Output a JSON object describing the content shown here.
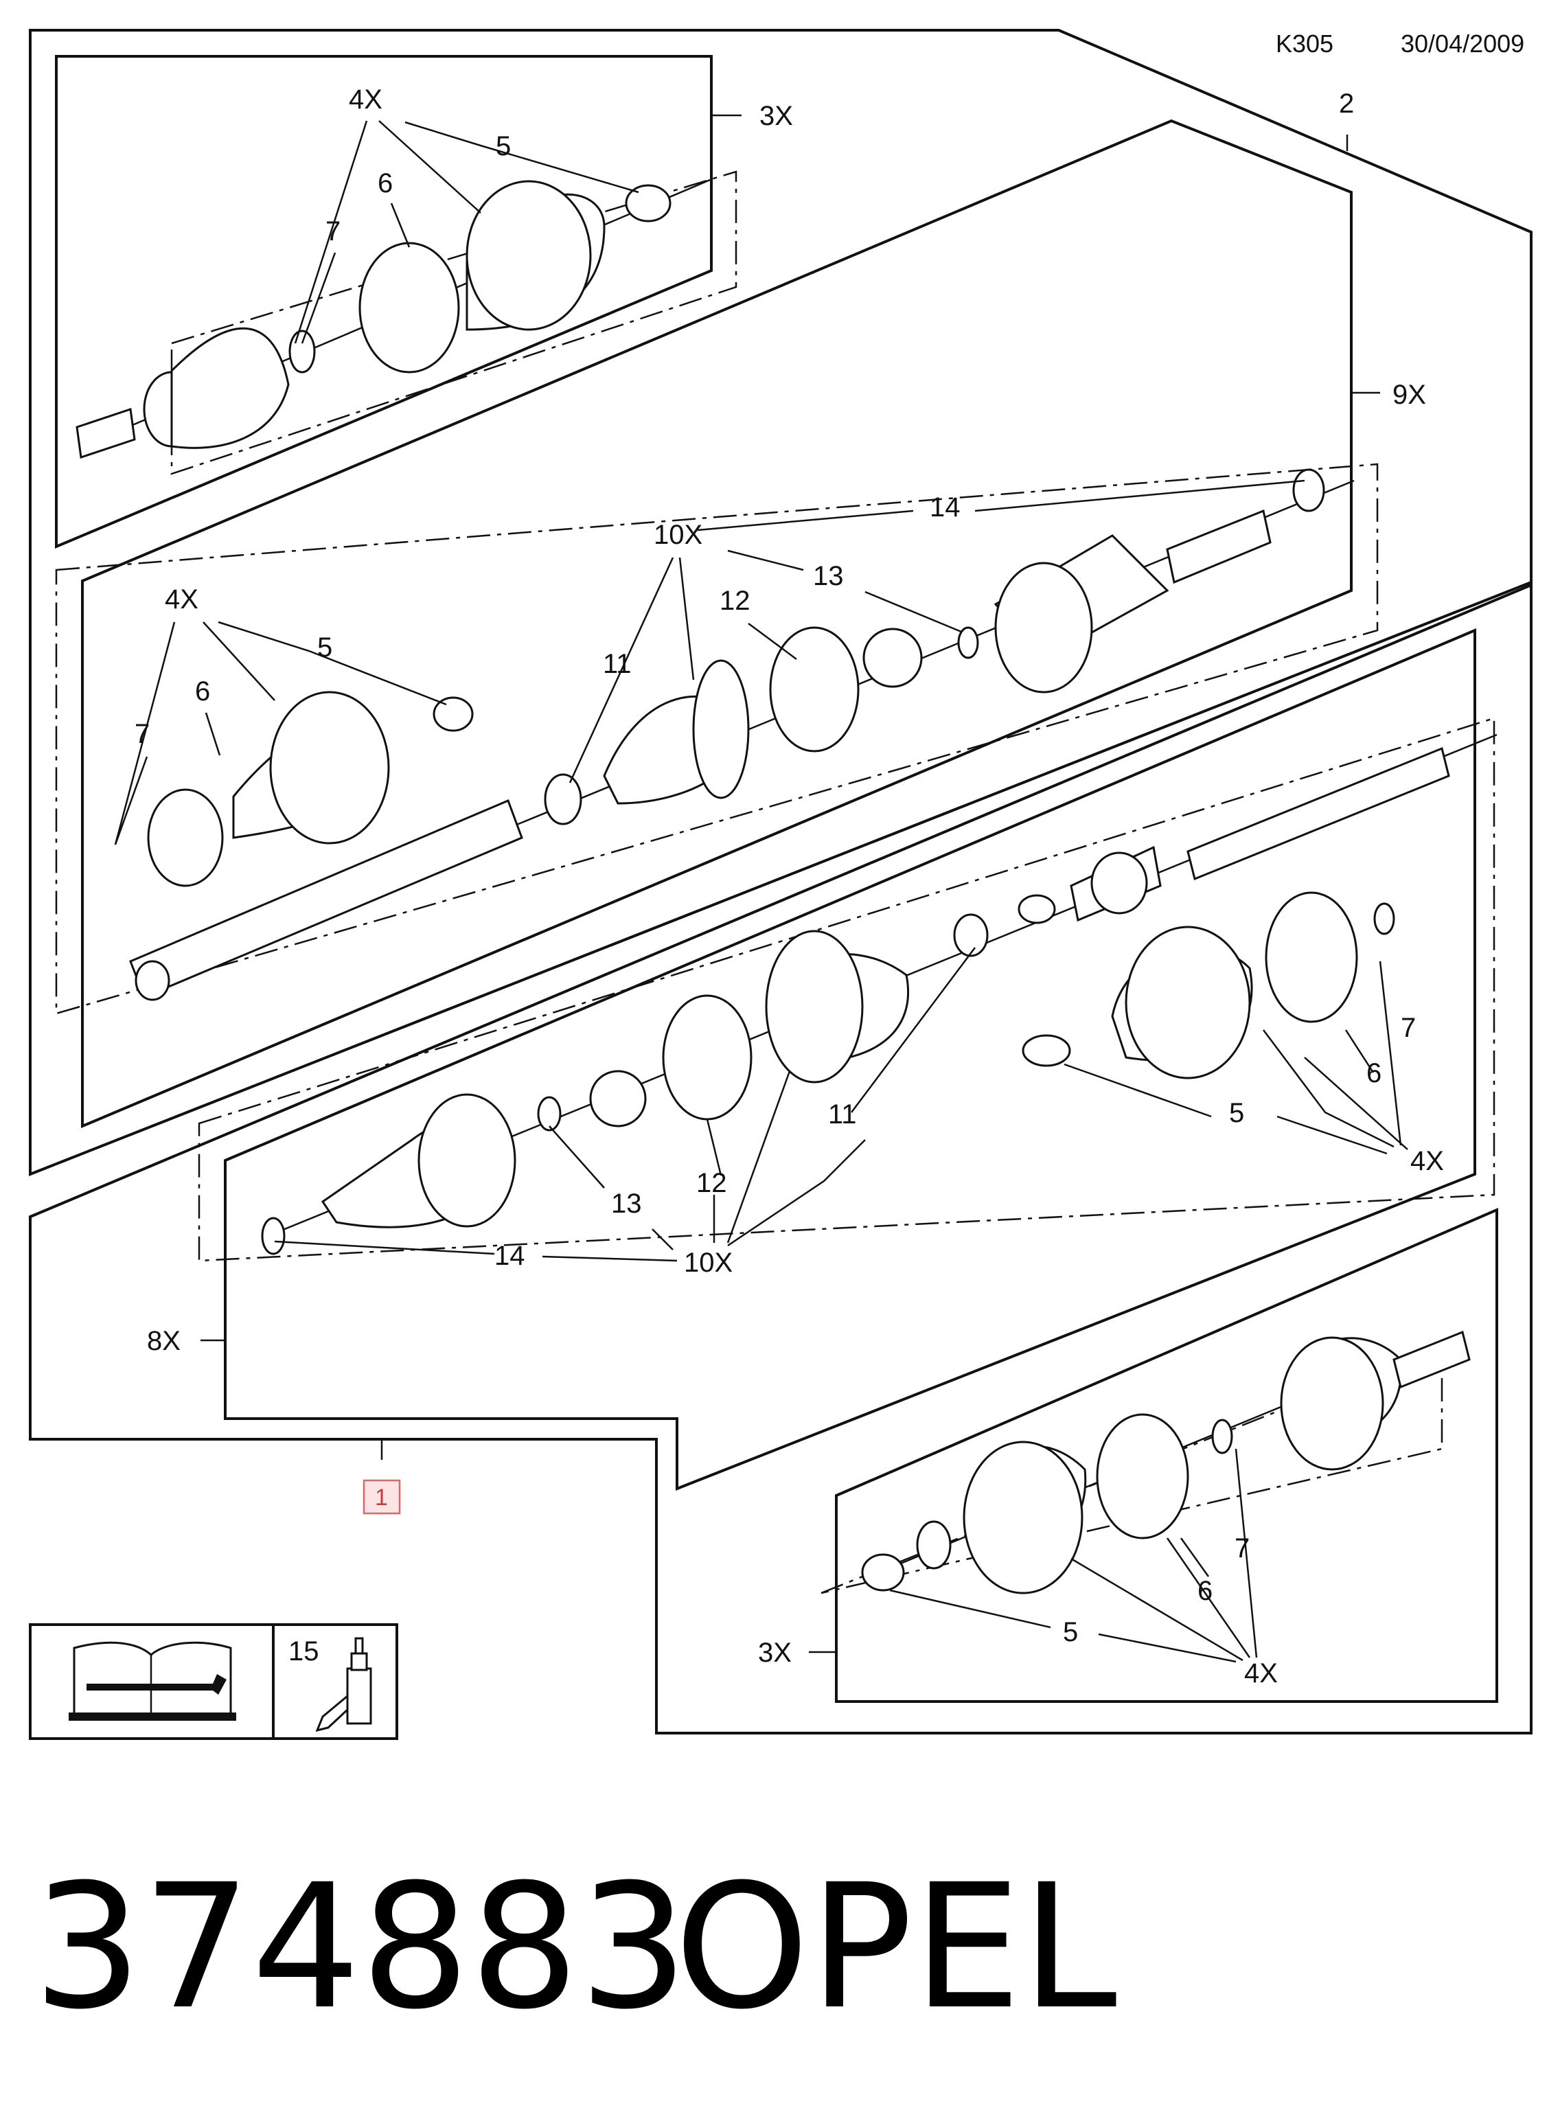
{
  "header": {
    "code": "K305",
    "date": "30/04/2009"
  },
  "footer": {
    "part_number": "374883",
    "brand": "OPEL"
  },
  "reference_box": {
    "label": "1"
  },
  "tool_box": {
    "item_number": "15",
    "icons": [
      "repair-manual-icon",
      "grease-tube-icon"
    ]
  },
  "groups": {
    "top_left": {
      "qty": "3X",
      "callouts": [
        "4X",
        "5",
        "6",
        "7"
      ]
    },
    "right_shaft": {
      "item": "2",
      "qty": "9X",
      "outer": [
        "4X",
        "5",
        "6",
        "7"
      ],
      "inner": [
        "10X",
        "11",
        "12",
        "13",
        "14"
      ]
    },
    "left_shaft": {
      "qty": "8X",
      "outer": [
        "4X",
        "5",
        "6",
        "7"
      ],
      "inner": [
        "10X",
        "11",
        "12",
        "13",
        "14"
      ]
    },
    "bottom_right": {
      "qty": "3X",
      "callouts": [
        "4X",
        "5",
        "6",
        "7"
      ]
    }
  }
}
